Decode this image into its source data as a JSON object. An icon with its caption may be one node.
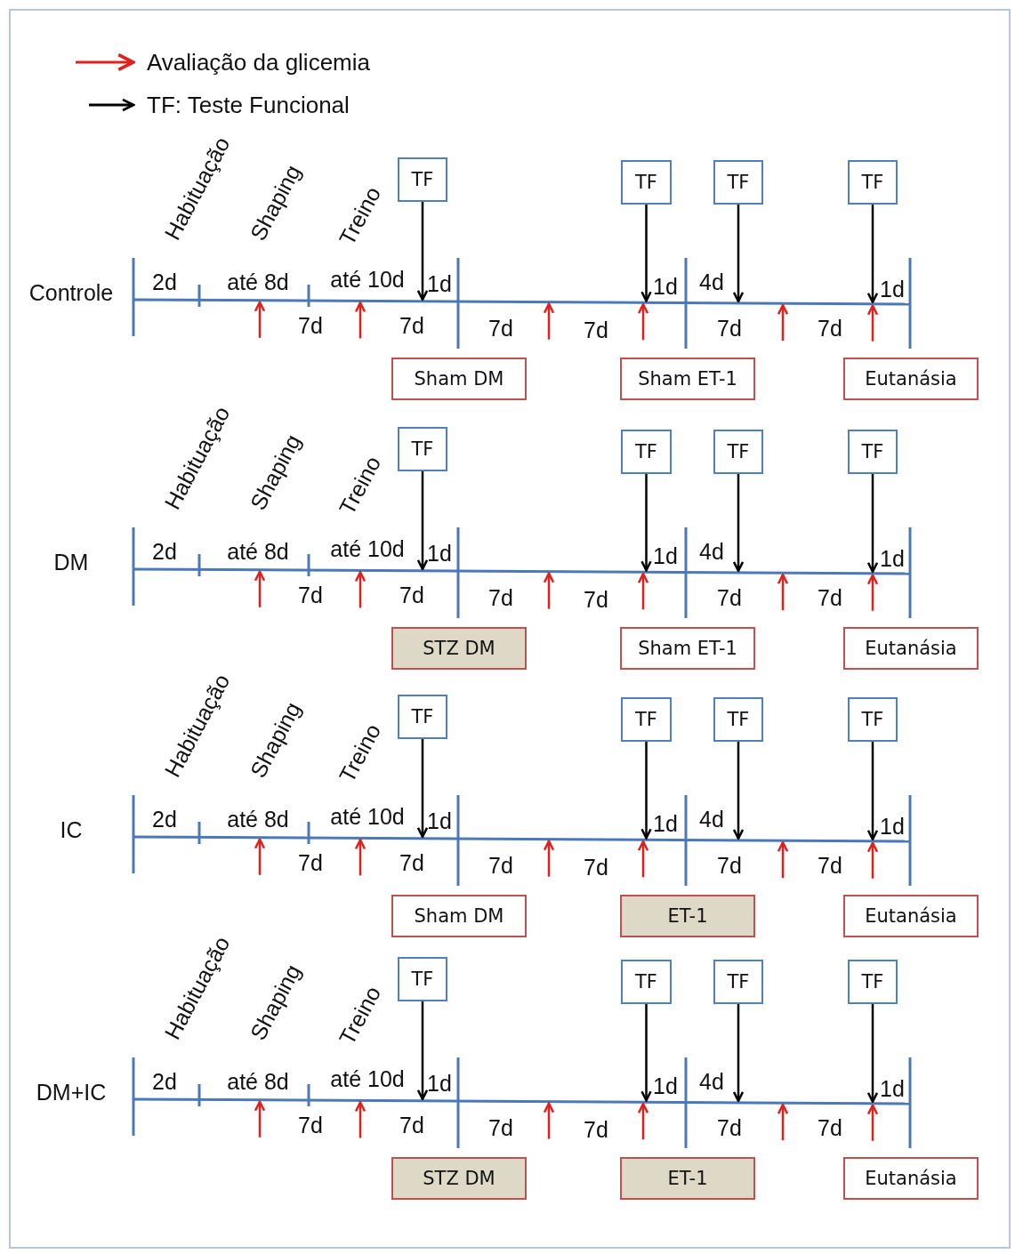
{
  "diagram": {
    "nodes": [
      {
        "text": [
          "TF"
        ]
      },
      {
        "text": [
          "TF"
        ]
      },
      {
        "text": [
          "TF"
        ]
      },
      {
        "text": [
          "TF"
        ]
      },
      {
        "text": [],
        "shape": "line"
      },
      {
        "text": [
          "Sham DM"
        ]
      },
      {
        "text": [
          "Sham ET-1"
        ]
      },
      {
        "text": [
          "Eutanásia"
        ]
      },
      {
        "text": [
          "TF"
        ]
      },
      {
        "text": [
          "TF"
        ]
      },
      {
        "text": [
          "TF"
        ]
      },
      {
        "text": [
          "TF"
        ]
      },
      {
        "text": [],
        "shape": "line"
      },
      {
        "text": [
          "STZ DM"
        ]
      },
      {
        "text": [
          "Sham ET-1"
        ]
      },
      {
        "text": [
          "Eutanásia"
        ]
      },
      {
        "text": [
          "TF"
        ]
      },
      {
        "text": [
          "TF"
        ]
      },
      {
        "text": [
          "TF"
        ]
      },
      {
        "text": [
          "TF"
        ]
      },
      {
        "text": [],
        "shape": "line"
      },
      {
        "text": [
          "Sham DM"
        ]
      },
      {
        "text": [
          "ET-1"
        ]
      },
      {
        "text": [
          "Eutanásia"
        ]
      },
      {
        "text": [
          "TF"
        ]
      },
      {
        "text": [
          "TF"
        ]
      },
      {
        "text": [
          "TF"
        ]
      },
      {
        "text": [
          "TF"
        ]
      },
      {
        "text": [],
        "shape": "line"
      },
      {
        "text": [
          "STZ DM"
        ]
      },
      {
        "text": [
          "ET-1"
        ]
      },
      {
        "text": [
          "Eutanásia"
        ]
      }
    ],
    "edges": [
      {
        "from": 0,
        "to": 4,
        "arrow": "to",
        "color": "#000000"
      },
      {
        "from": 1,
        "to": 4,
        "arrow": "to",
        "color": "#000000"
      },
      {
        "from": 2,
        "to": 4,
        "arrow": "to",
        "color": "#000000"
      },
      {
        "from": 3,
        "to": 4,
        "arrow": "to",
        "color": "#000000"
      },
      {
        "from": 8,
        "to": 12,
        "arrow": "to",
        "color": "#000000"
      },
      {
        "from": 9,
        "to": 12,
        "arrow": "to",
        "color": "#000000"
      },
      {
        "from": 10,
        "to": 12,
        "arrow": "to",
        "color": "#000000"
      },
      {
        "from": 11,
        "to": 12,
        "arrow": "to",
        "color": "#000000"
      },
      {
        "from": 16,
        "to": 20,
        "arrow": "to",
        "color": "#000000"
      },
      {
        "from": 17,
        "to": 20,
        "arrow": "to",
        "color": "#000000"
      },
      {
        "from": 18,
        "to": 20,
        "arrow": "to",
        "color": "#000000"
      },
      {
        "from": 19,
        "to": 20,
        "arrow": "to",
        "color": "#000000"
      },
      {
        "from": 24,
        "to": 28,
        "arrow": "to",
        "color": "#000000"
      },
      {
        "from": 25,
        "to": 28,
        "arrow": "to",
        "color": "#000000"
      },
      {
        "from": 26,
        "to": 28,
        "arrow": "to",
        "color": "#000000"
      },
      {
        "from": 27,
        "to": 28,
        "arrow": "to",
        "color": "#000000"
      },
      {
        "from": null,
        "to": 4,
        "arrow": "to"
      },
      {
        "from": null,
        "to": 4,
        "arrow": "to"
      },
      {
        "from": null,
        "to": 4,
        "arrow": "to"
      },
      {
        "from": null,
        "to": 4,
        "arrow": "to"
      },
      {
        "from": null,
        "to": 4,
        "arrow": "to"
      },
      {
        "from": null,
        "to": 4,
        "arrow": "to"
      },
      {
        "from": null,
        "to": 12,
        "arrow": "to"
      },
      {
        "from": null,
        "to": 12,
        "arrow": "to"
      },
      {
        "from": null,
        "to": 12,
        "arrow": "to"
      },
      {
        "from": null,
        "to": 12,
        "arrow": "to"
      },
      {
        "from": null,
        "to": 12,
        "arrow": "to"
      },
      {
        "from": null,
        "to": 12,
        "arrow": "to"
      },
      {
        "from": null,
        "to": 20,
        "arrow": "to"
      },
      {
        "from": null,
        "to": 20,
        "arrow": "to"
      },
      {
        "from": null,
        "to": 20,
        "arrow": "to"
      },
      {
        "from": null,
        "to": 20,
        "arrow": "to"
      },
      {
        "from": null,
        "to": 20,
        "arrow": "to"
      },
      {
        "from": null,
        "to": 20,
        "arrow": "to"
      },
      {
        "from": null,
        "to": 28,
        "arrow": "to"
      },
      {
        "from": null,
        "to": 28,
        "arrow": "to"
      },
      {
        "from": null,
        "to": 28,
        "arrow": "to"
      },
      {
        "from": null,
        "to": 28,
        "arrow": "to"
      },
      {
        "from": null,
        "to": 28,
        "arrow": "to"
      },
      {
        "from": null,
        "to": 28,
        "arrow": "to"
      }
    ],
    "labels": [
      "Controle",
      "Habituação",
      "Shaping",
      "Treino",
      "2d",
      "até 8d",
      "até 10d",
      "1d",
      "1d",
      "4d",
      "1d",
      "7d",
      "7d",
      "7d",
      "7d",
      "7d",
      "7d",
      "DM",
      "Habituação",
      "Shaping",
      "Treino",
      "2d",
      "até 8d",
      "até 10d",
      "1d",
      "1d",
      "4d",
      "1d",
      "7d",
      "7d",
      "7d",
      "7d",
      "7d",
      "7d",
      "IC",
      "Habituação",
      "Shaping",
      "Treino",
      "2d",
      "até 8d",
      "até 10d",
      "1d",
      "1d",
      "4d",
      "1d",
      "7d",
      "7d",
      "7d",
      "7d",
      "7d",
      "7d",
      "DM+IC",
      "Habituação",
      "Shaping",
      "Treino",
      "2d",
      "até 8d",
      "até 10d",
      "1d",
      "1d",
      "4d",
      "1d",
      "7d",
      "7d",
      "7d",
      "7d",
      "7d",
      "7d"
    ],
    "legend": [
      {
        "text": "Avaliação da glicemia"
      },
      {
        "text": "TF: Teste Funcional"
      }
    ]
  }
}
